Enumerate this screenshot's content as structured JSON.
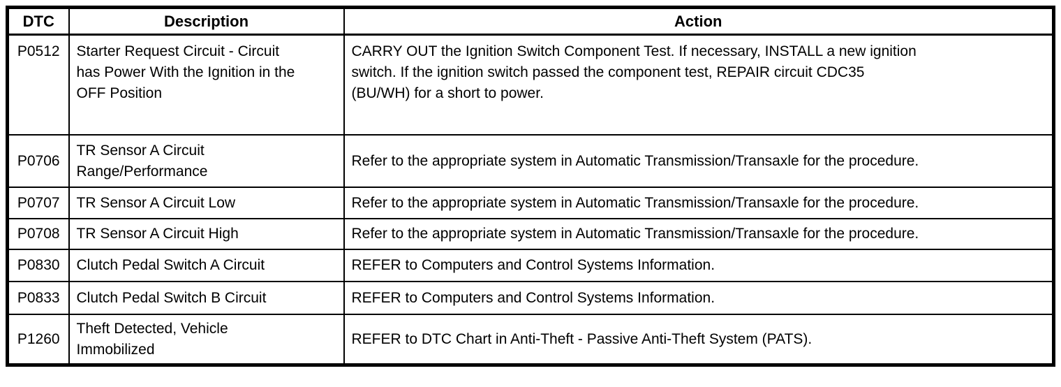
{
  "colors": {
    "background": "#ffffff",
    "border": "#000000",
    "text": "#000000"
  },
  "table": {
    "columns": {
      "dtc_label": "DTC",
      "description_label": "Description",
      "action_label": "Action"
    },
    "rows": [
      {
        "dtc": "P0512",
        "description": "Starter Request Circuit - Circuit\nhas Power With the Ignition in the\nOFF Position",
        "action": "CARRY OUT the Ignition Switch Component Test. If necessary, INSTALL a new ignition\nswitch. If the ignition switch passed the component test, REPAIR circuit CDC35\n(BU/WH) for a short to power."
      },
      {
        "dtc": "P0706",
        "description": "TR Sensor A Circuit\nRange/Performance",
        "action": "Refer to the appropriate system in Automatic Transmission/Transaxle for the procedure."
      },
      {
        "dtc": "P0707",
        "description": "TR Sensor A Circuit Low",
        "action": "Refer to the appropriate system in Automatic Transmission/Transaxle for the procedure."
      },
      {
        "dtc": "P0708",
        "description": "TR Sensor A Circuit High",
        "action": "Refer to the appropriate system in Automatic Transmission/Transaxle for the procedure."
      },
      {
        "dtc": "P0830",
        "description": "Clutch Pedal Switch A Circuit",
        "action": "REFER to Computers and Control Systems Information."
      },
      {
        "dtc": "P0833",
        "description": "Clutch Pedal Switch B Circuit",
        "action": "REFER to Computers and Control Systems Information."
      },
      {
        "dtc": "P1260",
        "description": "Theft Detected, Vehicle\nImmobilized",
        "action": "REFER to DTC Chart in Anti-Theft - Passive Anti-Theft System (PATS)."
      }
    ]
  }
}
